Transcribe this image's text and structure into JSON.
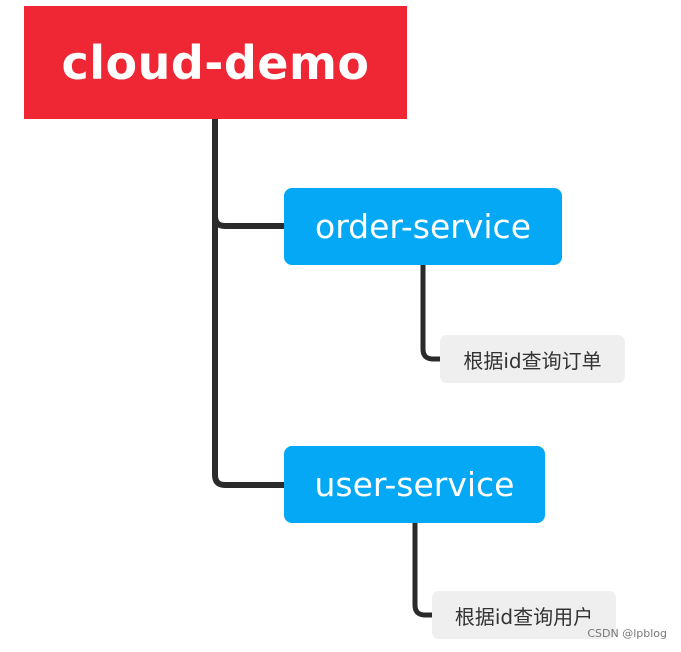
{
  "root": {
    "label": "cloud-demo"
  },
  "services": [
    {
      "label": "order-service",
      "description": "根据id查询订单"
    },
    {
      "label": "user-service",
      "description": "根据id查询用户"
    }
  ],
  "watermark": "CSDN @lpblog",
  "colors": {
    "root": "#ef2634",
    "service": "#04a8f5",
    "leaf_background": "#efefef",
    "connector": "#2b2b2b"
  }
}
